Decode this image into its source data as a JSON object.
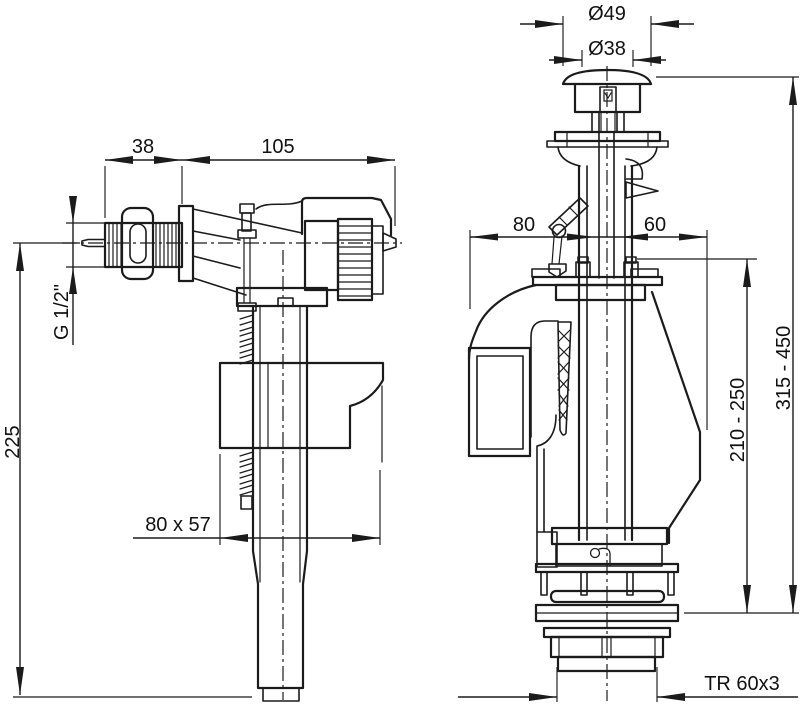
{
  "page": {
    "background": "#ffffff",
    "line_color": "#1b1b1b"
  },
  "figure": {
    "type": "technical-dimension-drawing",
    "subject": "WC cistern side-inlet fill valve and push-button flush valve",
    "left_valve": {
      "name": "side-inlet fill valve",
      "dimensions": {
        "shank_length": "38",
        "body_length": "105",
        "inlet_thread": "G 1/2\"",
        "overall_height": "225",
        "float_size": "80 x 57"
      }
    },
    "right_valve": {
      "name": "flush discharge valve",
      "dimensions": {
        "button_outer_diameter": "Ø49",
        "button_cap_diameter": "Ø38",
        "offset_left": "80",
        "offset_right": "60",
        "adjustable_height": "210 - 250",
        "overall_height": "315 - 450",
        "outlet_thread": "TR 60x3"
      }
    }
  }
}
